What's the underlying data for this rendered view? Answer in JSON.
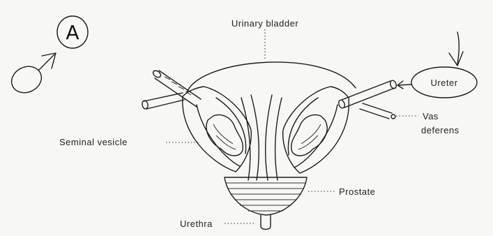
{
  "corner_mark": {
    "letter": "A",
    "symbol": "♂"
  },
  "labels": {
    "urinary_bladder": "Urinary bladder",
    "ureter": "Ureter",
    "vas": "Vas",
    "deferens": "deferens",
    "seminal_vesicle": "Seminal vesicle",
    "prostate": "Prostate",
    "urethra": "Urethra"
  },
  "colors": {
    "ink": "#1c1c1c",
    "paper": "#f7f7f5"
  }
}
